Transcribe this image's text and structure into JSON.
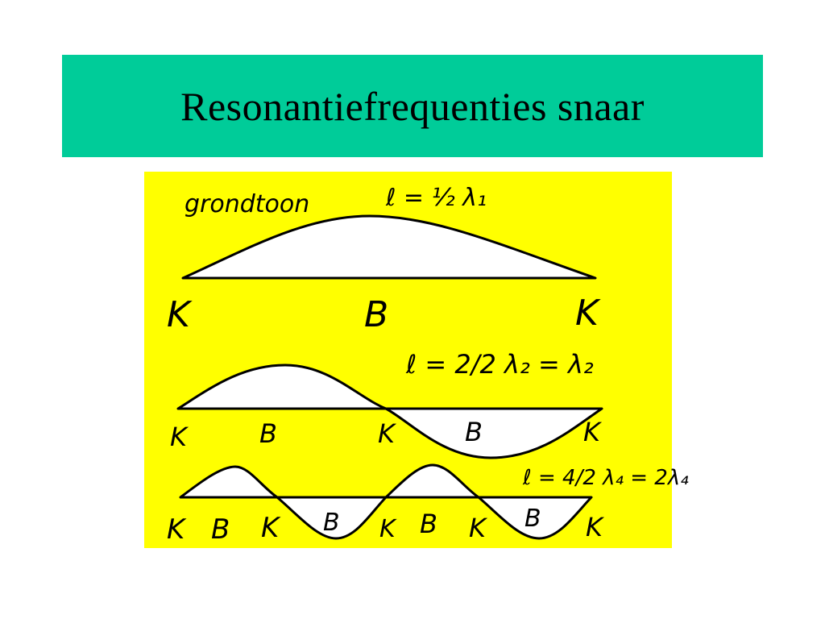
{
  "colors": {
    "title_background": "#00cc99",
    "figure_background": "#ffff00",
    "ink": "#000000"
  },
  "title": "Resonantiefrequenties snaar",
  "figure": {
    "fundamental": {
      "label": "grondtoon",
      "formula": "ℓ = ½ λ₁",
      "nodes": [
        "K",
        "B",
        "K"
      ]
    },
    "second_harmonic": {
      "formula": "ℓ = 2/2 λ₂ = λ₂",
      "nodes": [
        "K",
        "B",
        "K",
        "B",
        "K"
      ]
    },
    "fourth_harmonic": {
      "formula": "ℓ = 4/2 λ₄ = 2λ₄",
      "nodes": [
        "K",
        "B",
        "K",
        "B",
        "K",
        "B",
        "K",
        "B",
        "K"
      ]
    }
  }
}
